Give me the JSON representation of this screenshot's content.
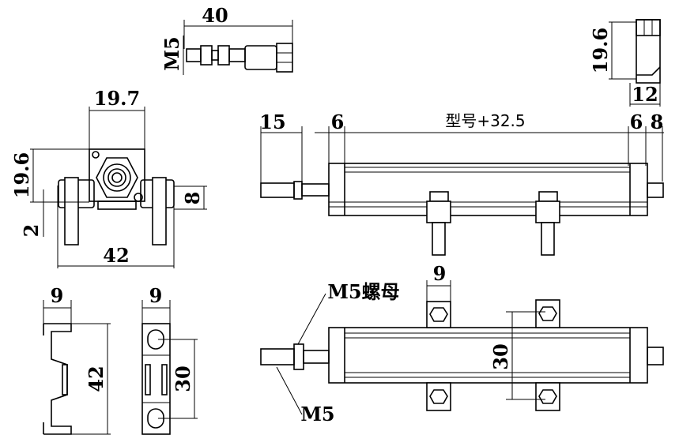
{
  "top_connector": {
    "length": "40",
    "thread": "M5"
  },
  "top_right_clip": {
    "height": "19.6",
    "width": "12"
  },
  "end_view": {
    "width": "19.7",
    "height": "19.6",
    "offset": "2",
    "bracket_height": "8",
    "mount_span": "42"
  },
  "side_view": {
    "rod": "15",
    "left_cap": "6",
    "body": "型号+32.5",
    "right_cap": "6",
    "right_end": "8"
  },
  "bracket_profile": {
    "width": "9",
    "height": "42"
  },
  "bracket_front": {
    "width": "9",
    "hole_spacing": "30"
  },
  "top_view": {
    "nut_label": "M5螺母",
    "block_width": "9",
    "block_spacing": "30",
    "thread_label": "M5"
  }
}
